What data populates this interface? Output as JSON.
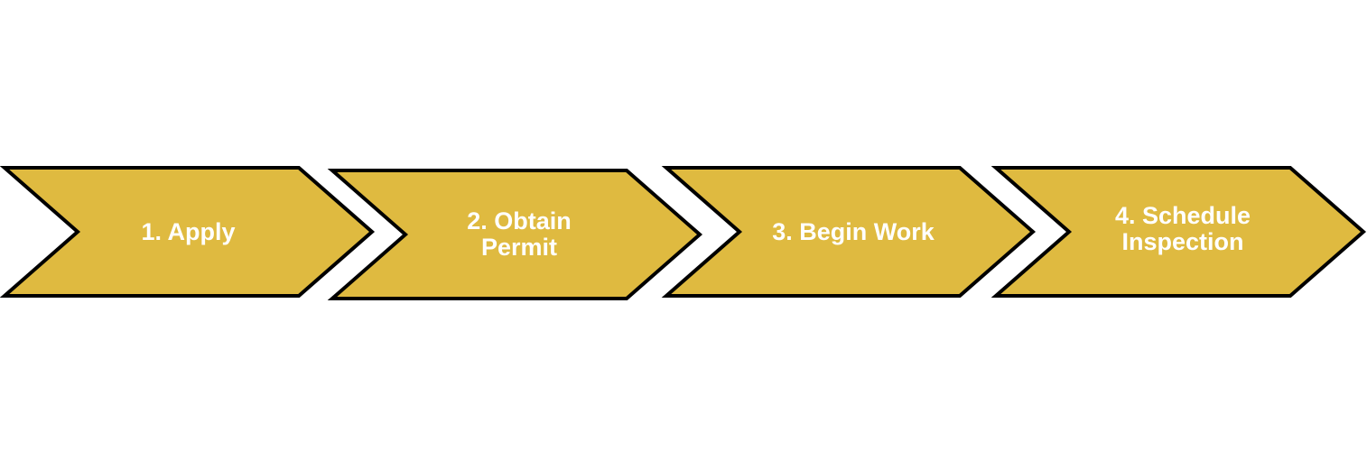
{
  "diagram": {
    "fill_color": "#DFBA40",
    "stroke_color": "#000000",
    "text_color": "#FFFFFF",
    "steps": [
      {
        "label": "1. Apply"
      },
      {
        "label": "2. Obtain\nPermit"
      },
      {
        "label": "3. Begin Work"
      },
      {
        "label": "4. Schedule\nInspection"
      }
    ]
  }
}
